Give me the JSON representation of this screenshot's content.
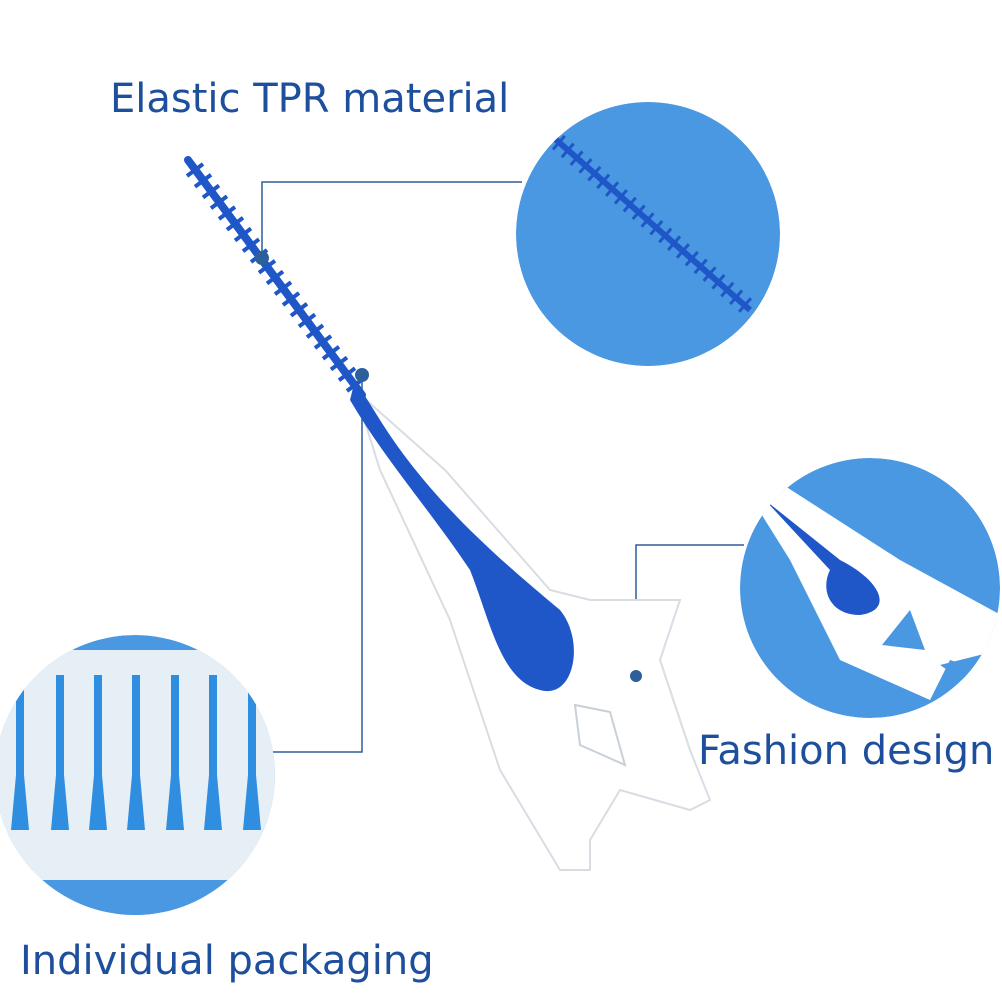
{
  "labels": {
    "elastic": "Elastic TPR material",
    "fashion": "Fashion design",
    "packaging": "Individual packaging"
  },
  "colors": {
    "text": "#1d4f9c",
    "circle": "#4a98e2",
    "brush_blue": "#1f56c8",
    "line": "#2d5f9a"
  }
}
